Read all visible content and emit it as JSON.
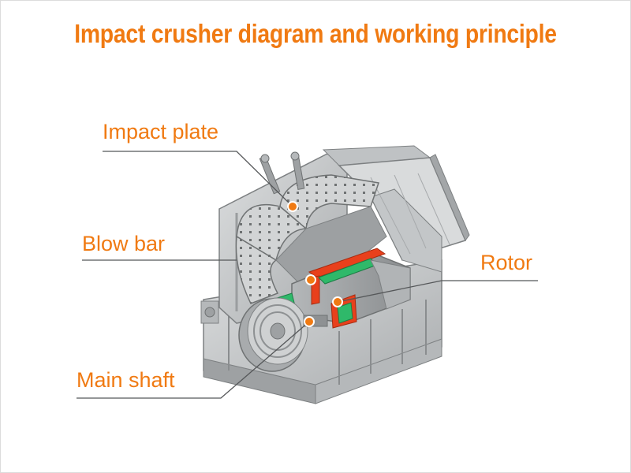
{
  "title": "Impact crusher diagram and working principle",
  "labels": {
    "impact_plate": "Impact plate",
    "blow_bar": "Blow bar",
    "rotor": "Rotor",
    "main_shaft": "Main shaft"
  },
  "colors": {
    "accent": "#f07a12",
    "machine_body": "#c9cbcc",
    "machine_dark": "#8e9193",
    "rotor_red": "#e8401c",
    "rotor_green": "#2fb96a",
    "marker": "#f07a12"
  }
}
